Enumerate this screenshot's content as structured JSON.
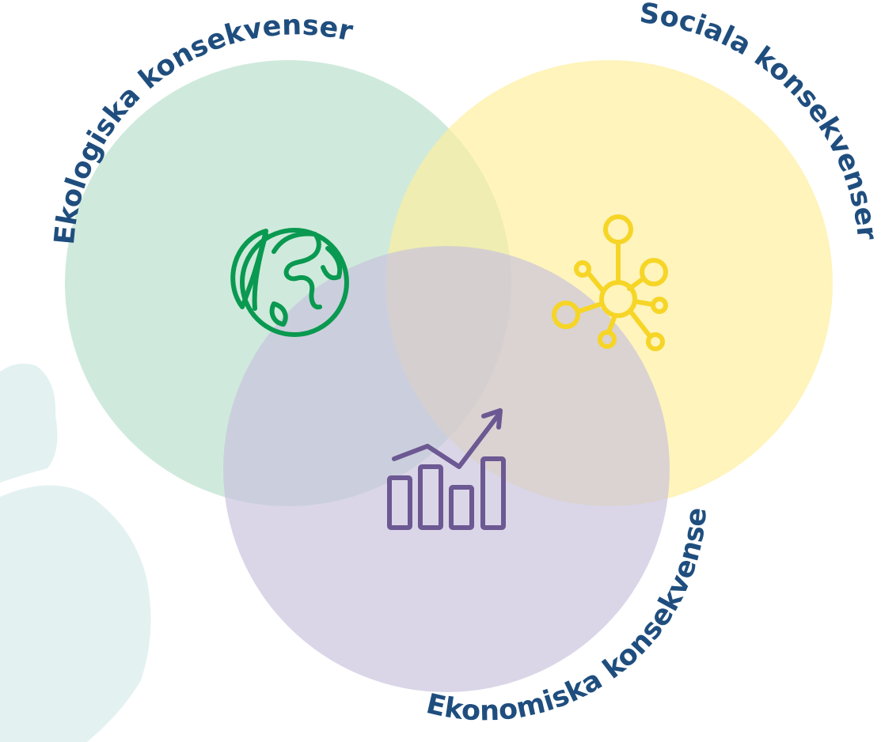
{
  "diagram": {
    "type": "venn",
    "sets": [
      {
        "id": "ekologiska",
        "label": "Ekologiska konsekvenser",
        "color": "#b8e0cc",
        "icon": "globe-leaf-icon",
        "icon_color": "#0a9950"
      },
      {
        "id": "sociala",
        "label": "Sociala konsekvenser",
        "color": "#fdef9c",
        "icon": "network-nodes-icon",
        "icon_color": "#f6d526"
      },
      {
        "id": "ekonomiska",
        "label": "Ekonomiska konsekvenser",
        "color": "#c9c2dd",
        "icon": "bar-chart-trend-icon",
        "icon_color": "#6c5892"
      }
    ],
    "label_color": "#1f4e7e",
    "background_shape_color": "#e3f1f1"
  }
}
